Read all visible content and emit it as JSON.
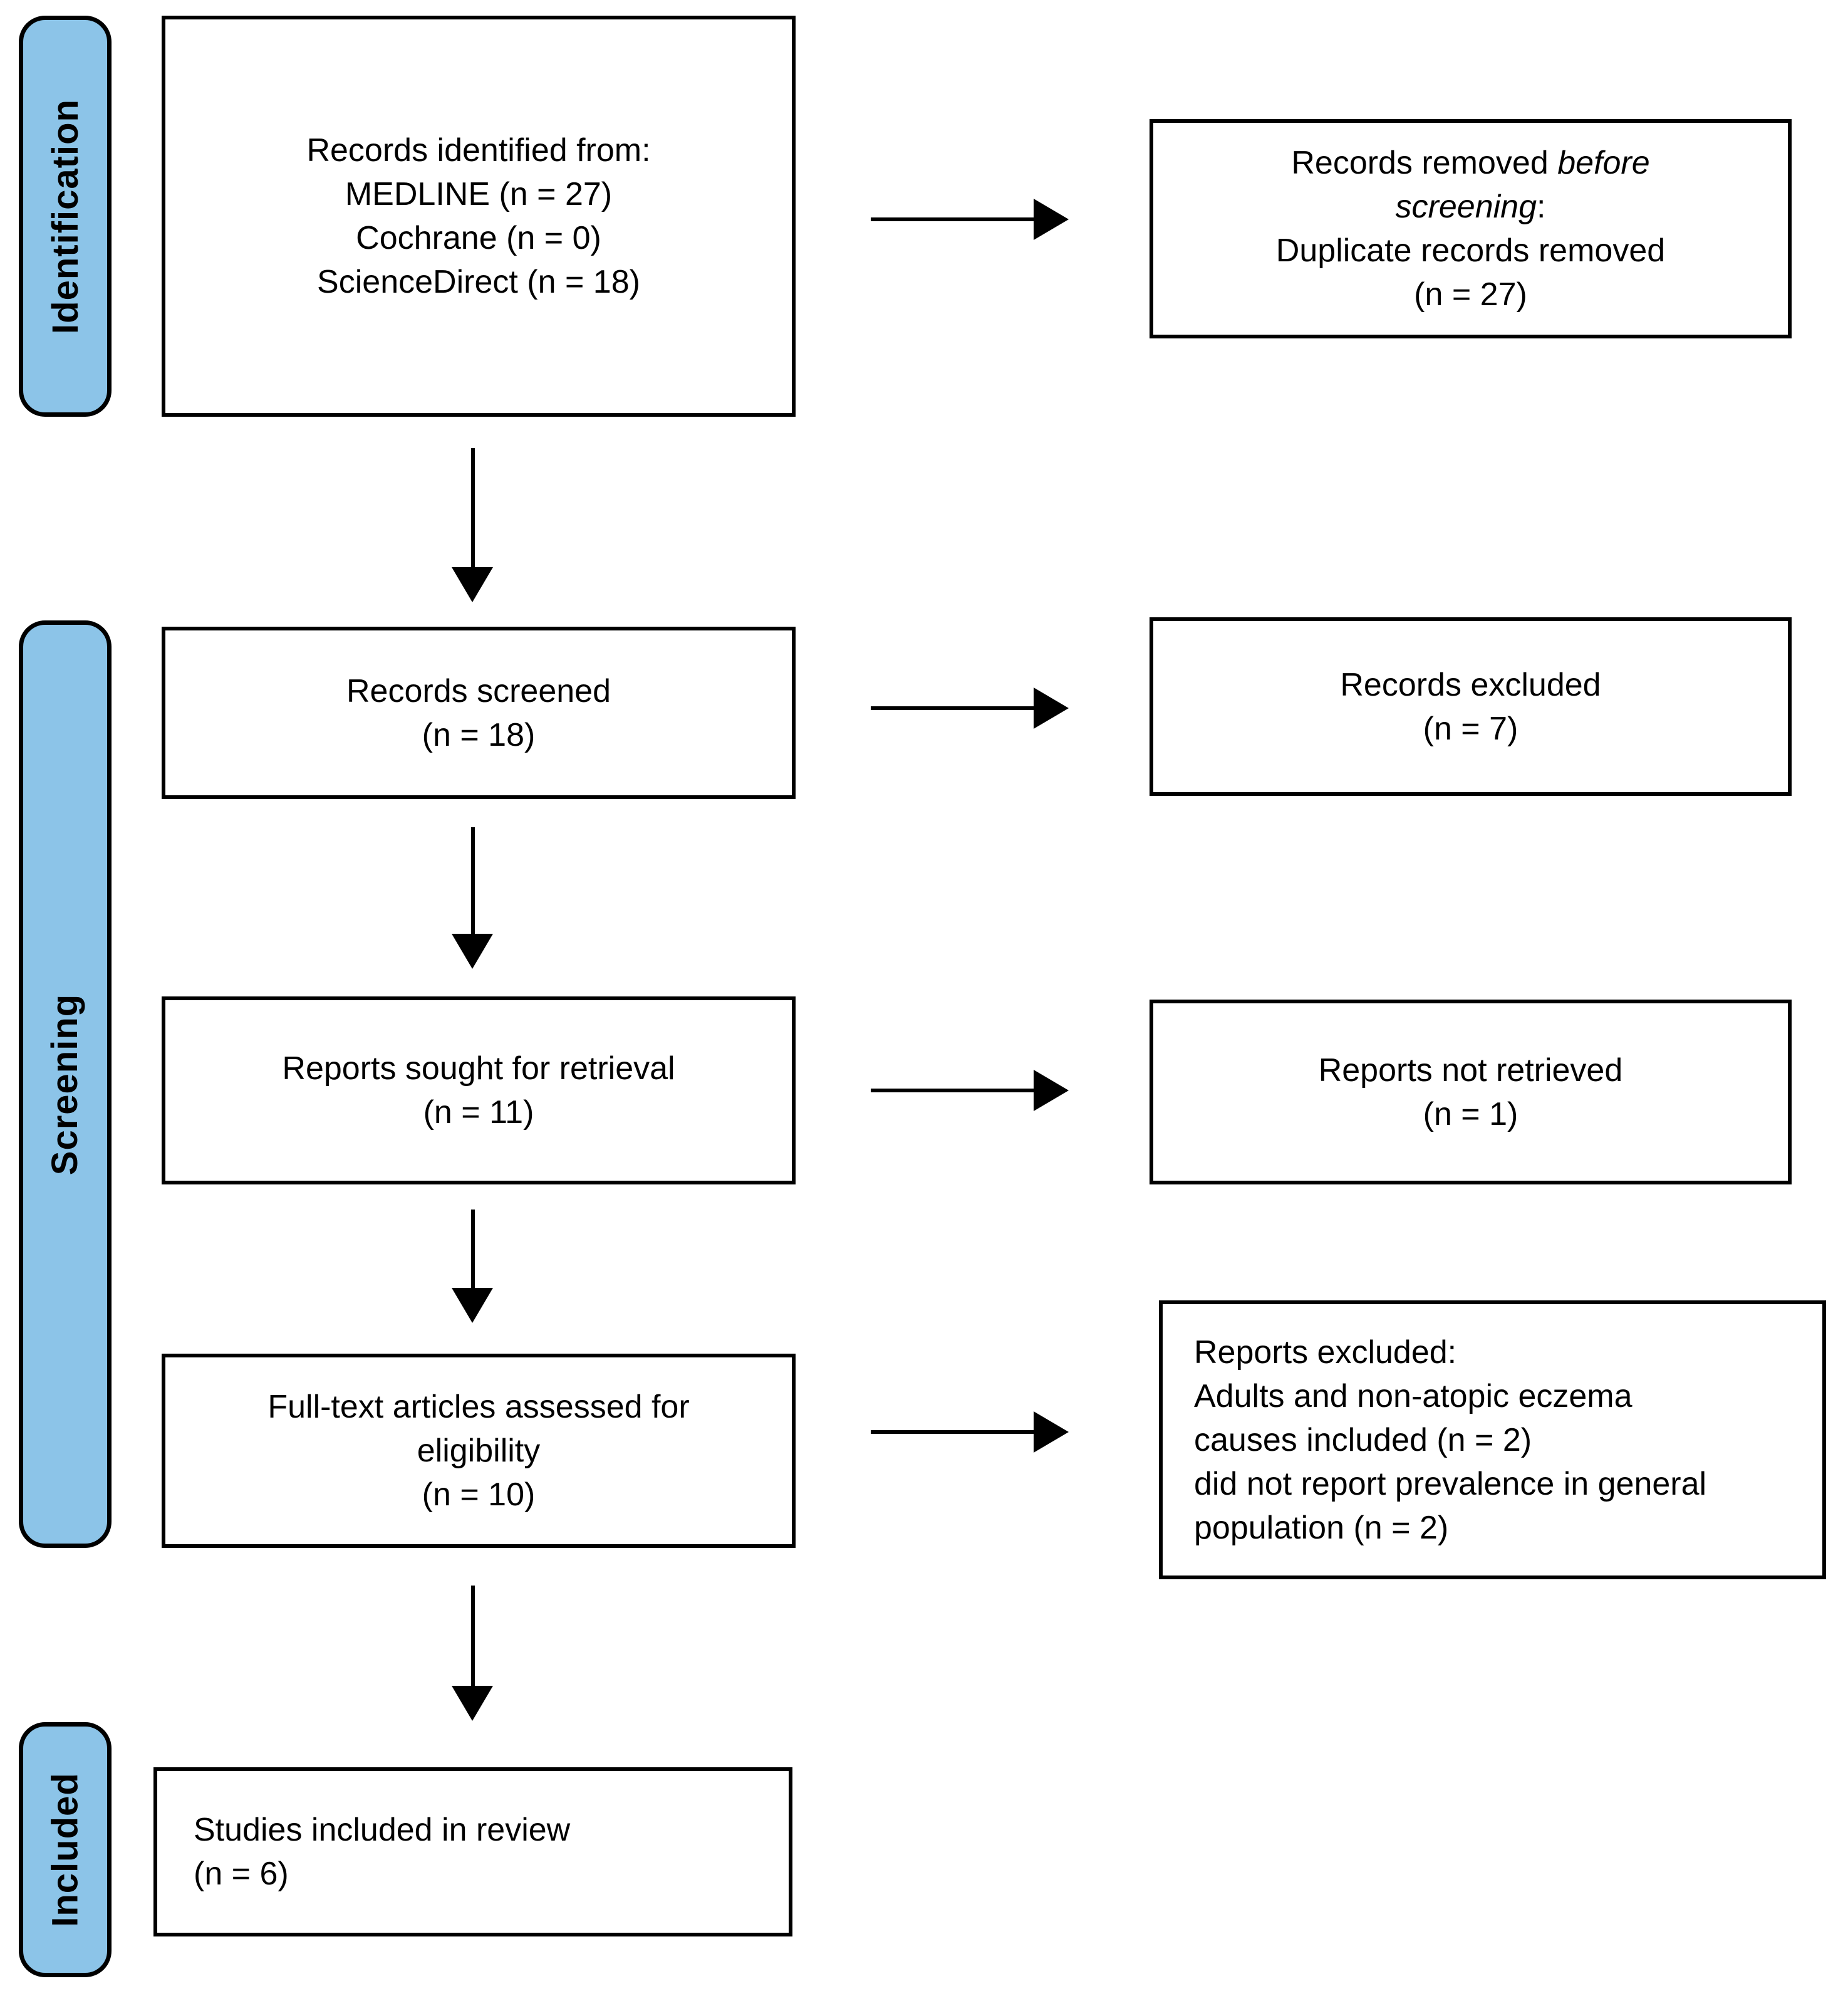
{
  "stages": {
    "identification": "Identification",
    "screening": "Screening",
    "included": "Included"
  },
  "boxes": {
    "records_identified": {
      "title": "Records identified from:",
      "source1": "MEDLINE (n = 27)",
      "source2": "Cochrane (n = 0)",
      "source3": "ScienceDirect (n = 18)"
    },
    "records_removed": {
      "line1_normal": "Records removed ",
      "line1_italic": "before",
      "line2_italic": "screening",
      "line2_normal": ":",
      "line3": "Duplicate records removed",
      "line4": "(n = 27)"
    },
    "records_screened": {
      "line1": "Records screened",
      "line2": "(n = 18)"
    },
    "records_excluded": {
      "line1": "Records excluded",
      "line2": "(n = 7)"
    },
    "reports_sought": {
      "line1": "Reports sought for retrieval",
      "line2": "(n = 11)"
    },
    "reports_not_retrieved": {
      "line1": "Reports not retrieved",
      "line2": "(n = 1)"
    },
    "fulltext_assessed": {
      "line1": "Full-text articles assessed for",
      "line2": "eligibility",
      "line3": "(n = 10)"
    },
    "reports_excluded": {
      "line1": "Reports excluded:",
      "line2": "Adults and non-atopic eczema",
      "line3": "causes included (n = 2)",
      "line4": "did not report prevalence in general",
      "line5": "population (n = 2)"
    },
    "studies_included": {
      "line1": "Studies included in review",
      "line2": "(n = 6)"
    }
  },
  "colors": {
    "stage_fill": "#8CC4E8",
    "border": "#000000",
    "background": "#FFFFFF",
    "text": "#000000"
  }
}
